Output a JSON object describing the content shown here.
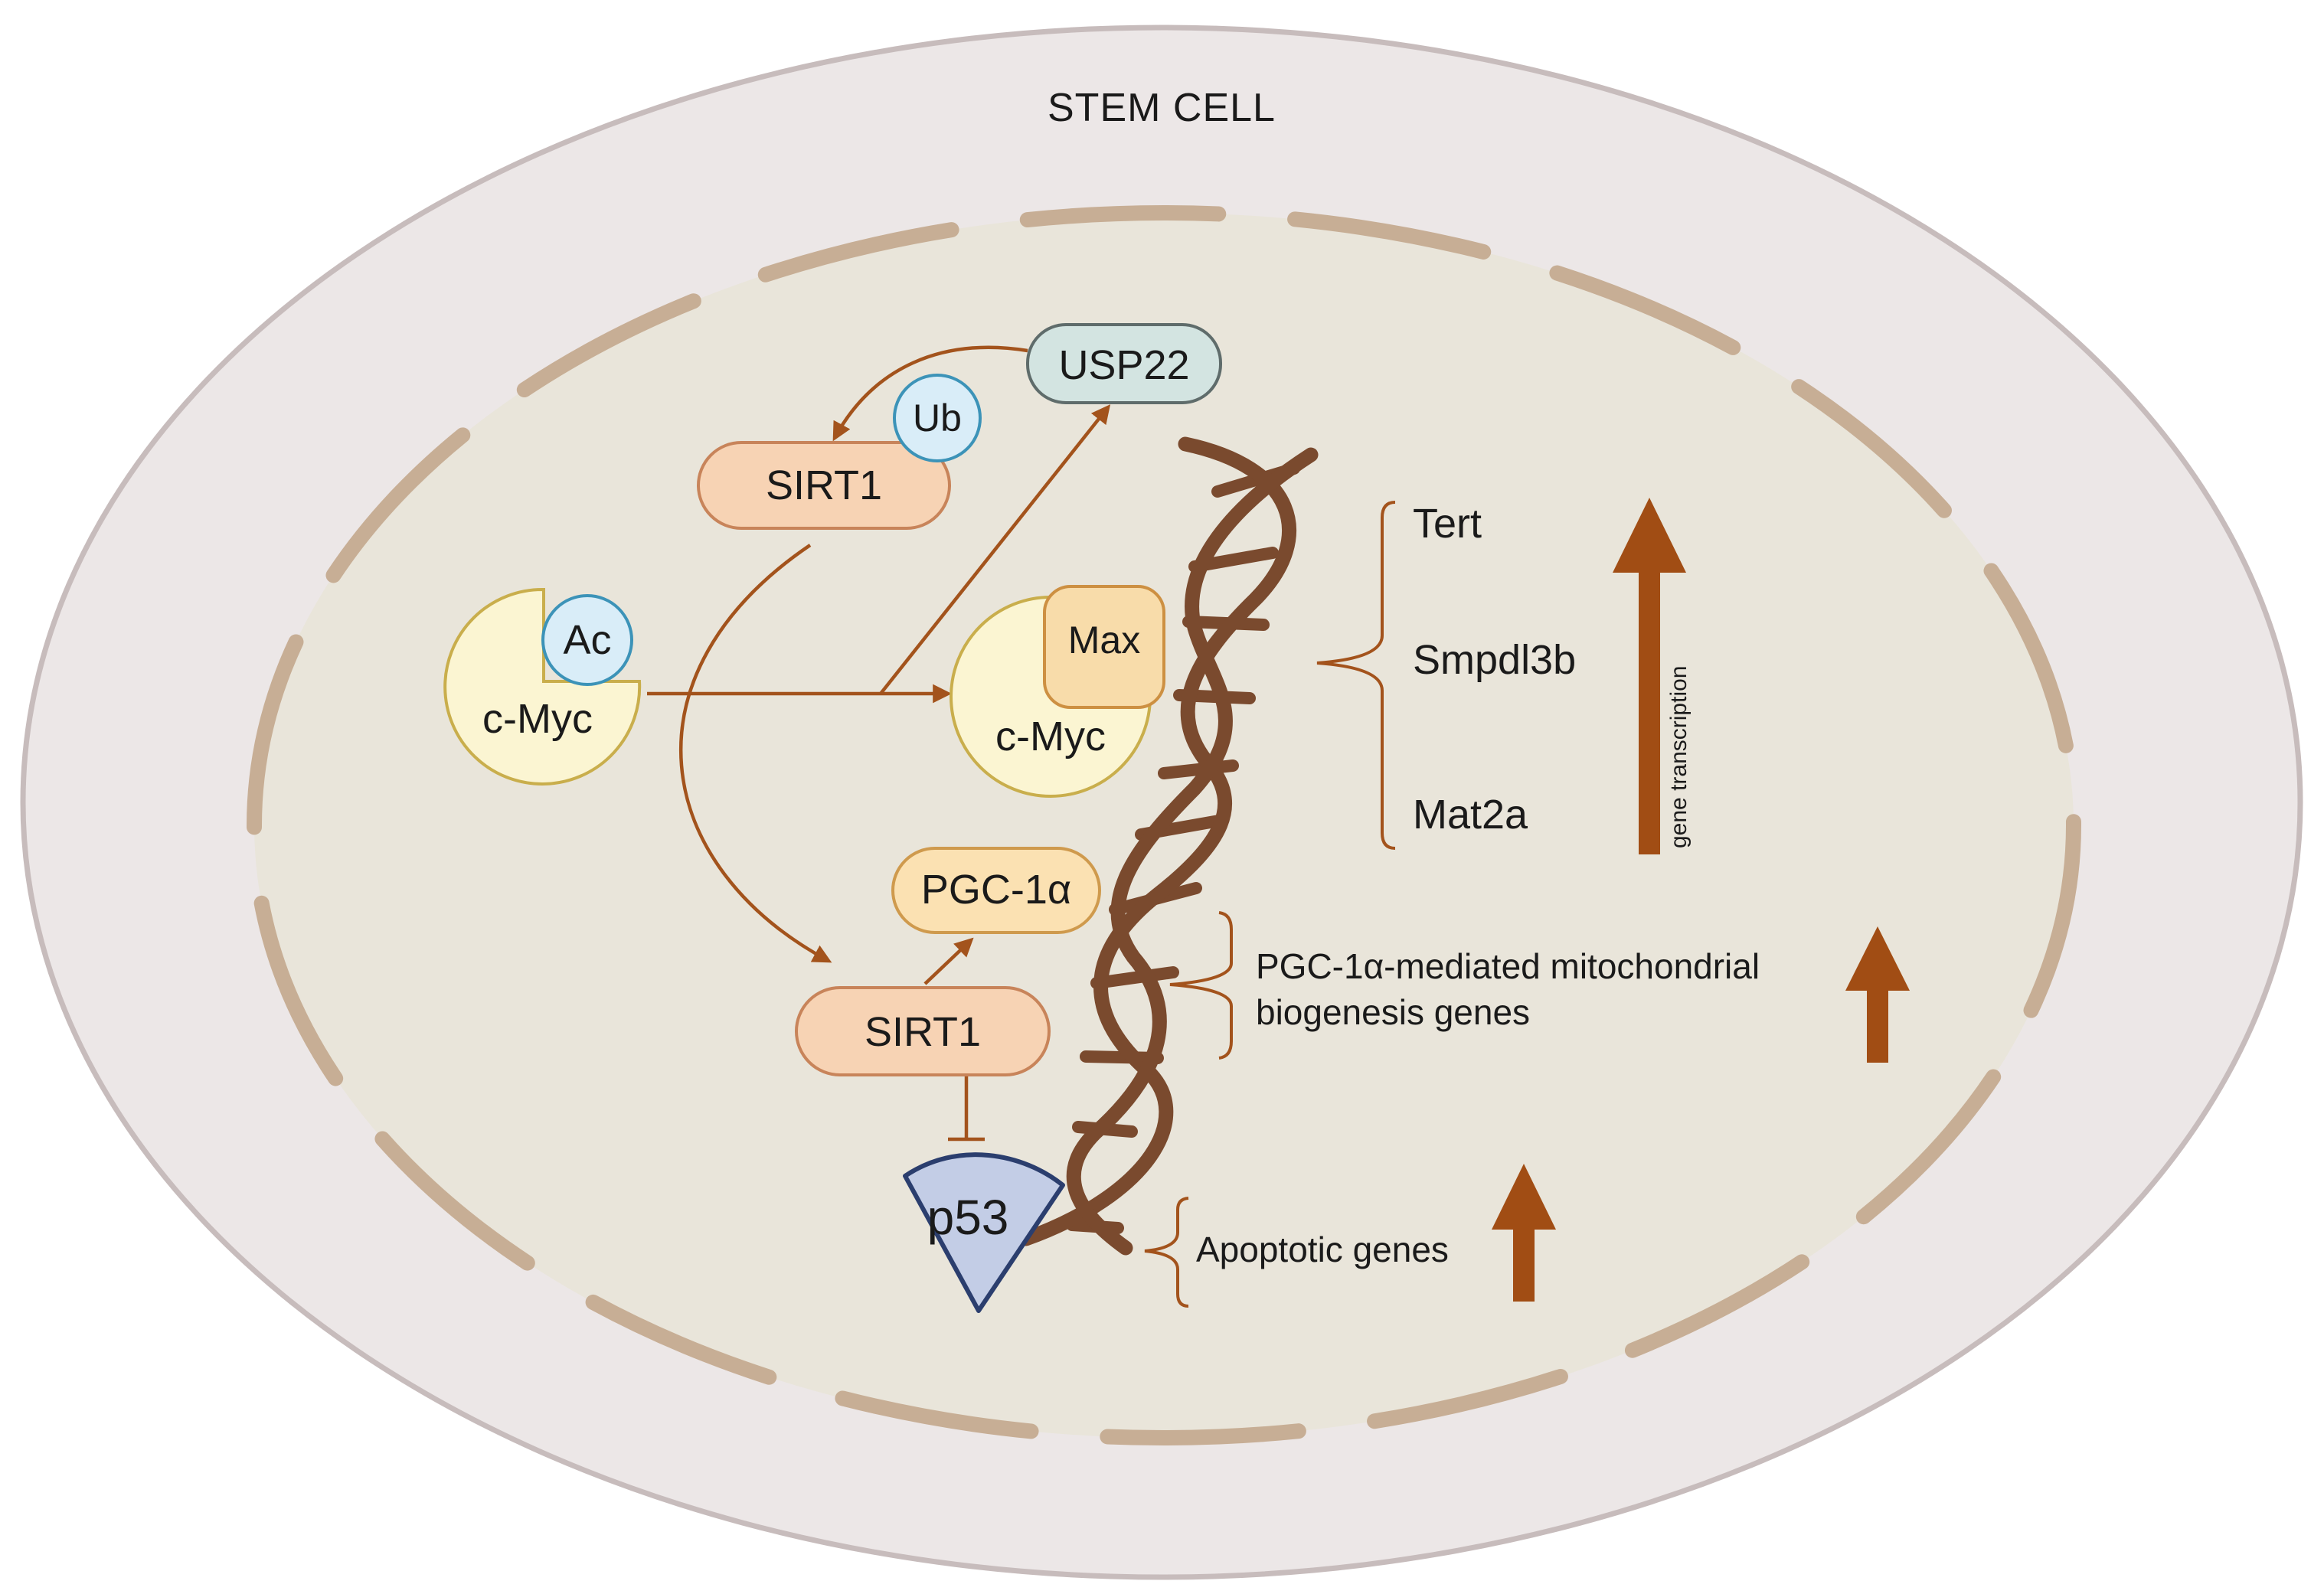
{
  "cell": {
    "title": "STEM CELL"
  },
  "molecules": {
    "usp22": "USP22",
    "ub": "Ub",
    "sirt1_top": "SIRT1",
    "ac": "Ac",
    "cmyc_left": "c-Myc",
    "max": "Max",
    "cmyc_right": "c-Myc",
    "pgc1a": "PGC-1α",
    "sirt1_bottom": "SIRT1",
    "p53": "p53"
  },
  "genes": {
    "tert": "Tert",
    "smpdl3b": "Smpdl3b",
    "mat2a": "Mat2a",
    "gene_transcription": "gene transcription",
    "mito_line1": "PGC-1α-mediated mitochondrial",
    "mito_line2": "biogenesis genes",
    "apoptotic": "Apoptotic genes"
  },
  "colors": {
    "cell_fill": "#ece7e7",
    "cell_stroke": "#c7bcbc",
    "nucleus_fill": "#e9e5da",
    "envelope": "#c7ae95",
    "arrow": "#a3531c",
    "sirt1_fill": "#f7d3b4",
    "sirt1_stroke": "#c8845a",
    "usp22_fill": "#d3e4e1",
    "usp22_stroke": "#5f6c6b",
    "ub_fill": "#d9edf8",
    "ub_stroke": "#3c93b8",
    "myc_fill": "#fbf5d2",
    "myc_stroke": "#c9ae4c",
    "max_fill": "#f8dcaa",
    "max_stroke": "#cd9042",
    "pgc_fill": "#fbe1b2",
    "pgc_stroke": "#cf9a4d",
    "p53_fill": "#c3cde6",
    "p53_stroke": "#2b3e6e",
    "dna": "#7a4a2e",
    "up_arrow": "#a14d14"
  }
}
